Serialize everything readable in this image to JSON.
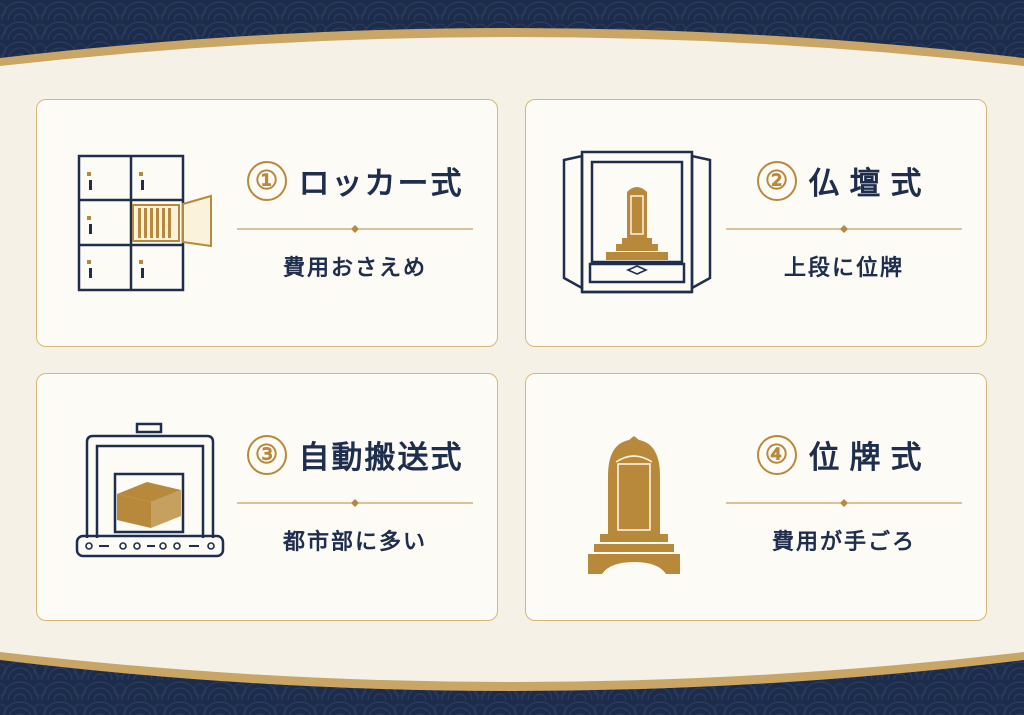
{
  "colors": {
    "navy": "#1c2c4a",
    "gold": "#b8893a",
    "cream": "#fdfbf6",
    "border": "#d6b778"
  },
  "cards": [
    {
      "number": "①",
      "title": "ロッカー式",
      "subtitle": "費用おさえめ",
      "icon": "locker-icon"
    },
    {
      "number": "②",
      "title": "仏壇式",
      "subtitle": "上段に位牌",
      "icon": "butsudan-icon"
    },
    {
      "number": "③",
      "title": "自動搬送式",
      "subtitle": "都市部に多い",
      "icon": "conveyor-icon"
    },
    {
      "number": "④",
      "title": "位牌式",
      "subtitle": "費用が手ごろ",
      "icon": "ihai-icon"
    }
  ]
}
